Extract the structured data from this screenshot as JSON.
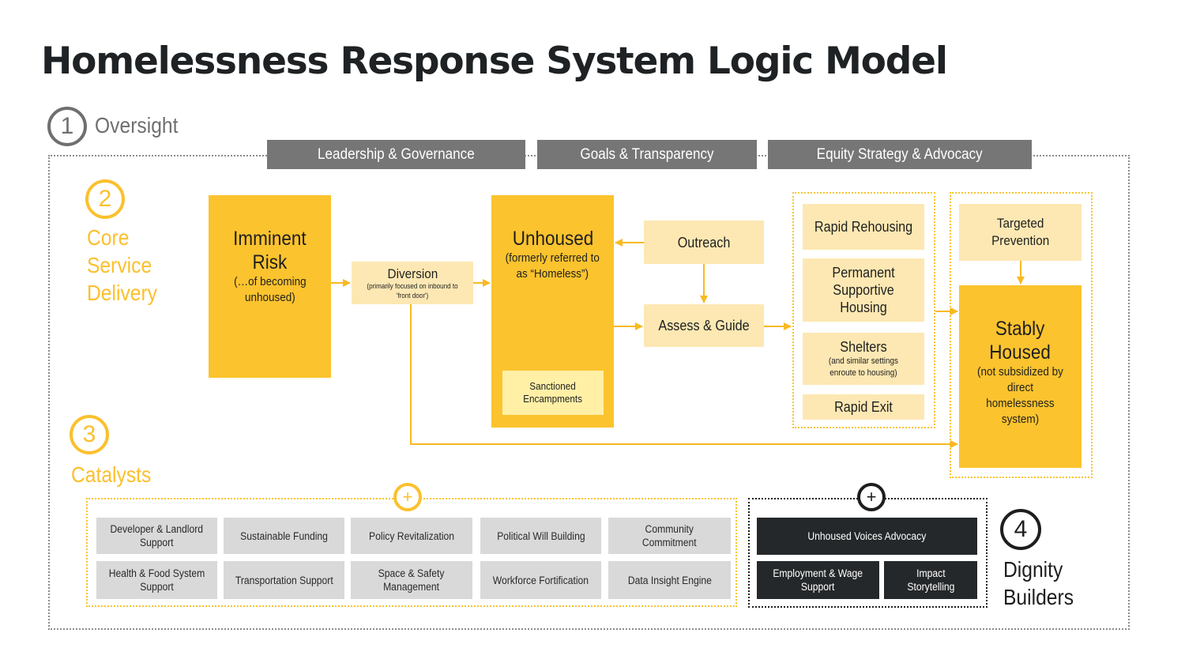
{
  "title": "Homelessness Response System Logic Model",
  "colors": {
    "primary_yellow": "#fbc32e",
    "light_yellow": "#fde8b3",
    "pale_yellow": "#fff0a6",
    "oversight_gray": "#767676",
    "catalyst_gray": "#d9d9d9",
    "dignity_dark": "#25282a",
    "arrow": "#f9b921"
  },
  "sections": {
    "oversight": {
      "number": "1",
      "label": "Oversight"
    },
    "core": {
      "number": "2",
      "label_lines": [
        "Core",
        "Service",
        "Delivery"
      ]
    },
    "catalysts": {
      "number": "3",
      "label": "Catalysts"
    },
    "dignity": {
      "number": "4",
      "label_lines": [
        "Dignity",
        "Builders"
      ]
    }
  },
  "oversight_bars": [
    {
      "label": "Leadership & Governance"
    },
    {
      "label": "Goals & Transparency"
    },
    {
      "label": "Equity Strategy & Advocacy"
    }
  ],
  "core": {
    "imminent_risk": {
      "title_lines": [
        "Imminent",
        "Risk"
      ],
      "sub_lines": [
        "(…of becoming",
        "unhoused)"
      ]
    },
    "diversion": {
      "title": "Diversion",
      "sub_lines": [
        "(primarily focused on inbound to",
        "'front door')"
      ]
    },
    "unhoused": {
      "title": "Unhoused",
      "sub_lines": [
        "(formerly referred to",
        "as “Homeless”)"
      ]
    },
    "sanctioned": {
      "lines": [
        "Sanctioned",
        "Encampments"
      ]
    },
    "outreach": {
      "label": "Outreach"
    },
    "assess": {
      "label": "Assess & Guide"
    },
    "housing_options": [
      {
        "lines": [
          "Rapid Rehousing"
        ],
        "sub_lines": []
      },
      {
        "lines": [
          "Permanent",
          "Supportive",
          "Housing"
        ],
        "sub_lines": []
      },
      {
        "lines": [
          "Shelters"
        ],
        "sub_lines": [
          "(and similar settings",
          "enroute to housing)"
        ]
      },
      {
        "lines": [
          "Rapid Exit"
        ],
        "sub_lines": []
      }
    ],
    "targeted_prevention": {
      "lines": [
        "Targeted",
        "Prevention"
      ]
    },
    "stably_housed": {
      "title_lines": [
        "Stably",
        "Housed"
      ],
      "sub_lines": [
        "(not subsidized by",
        "direct",
        "homelessness",
        "system)"
      ]
    }
  },
  "catalysts": {
    "plus_symbol": "+",
    "tiles": [
      {
        "lines": [
          "Developer & Landlord",
          "Support"
        ]
      },
      {
        "lines": [
          "Sustainable Funding"
        ]
      },
      {
        "lines": [
          "Policy Revitalization"
        ]
      },
      {
        "lines": [
          "Political Will Building"
        ]
      },
      {
        "lines": [
          "Community",
          "Commitment"
        ]
      },
      {
        "lines": [
          "Health & Food System",
          "Support"
        ]
      },
      {
        "lines": [
          "Transportation Support"
        ]
      },
      {
        "lines": [
          "Space & Safety",
          "Management"
        ]
      },
      {
        "lines": [
          "Workforce Fortification"
        ]
      },
      {
        "lines": [
          "Data Insight Engine"
        ]
      }
    ]
  },
  "dignity": {
    "plus_symbol": "+",
    "tiles": [
      {
        "lines": [
          "Unhoused Voices Advocacy"
        ]
      },
      {
        "lines": [
          "Employment & Wage",
          "Support"
        ]
      },
      {
        "lines": [
          "Impact",
          "Storytelling"
        ]
      }
    ]
  }
}
